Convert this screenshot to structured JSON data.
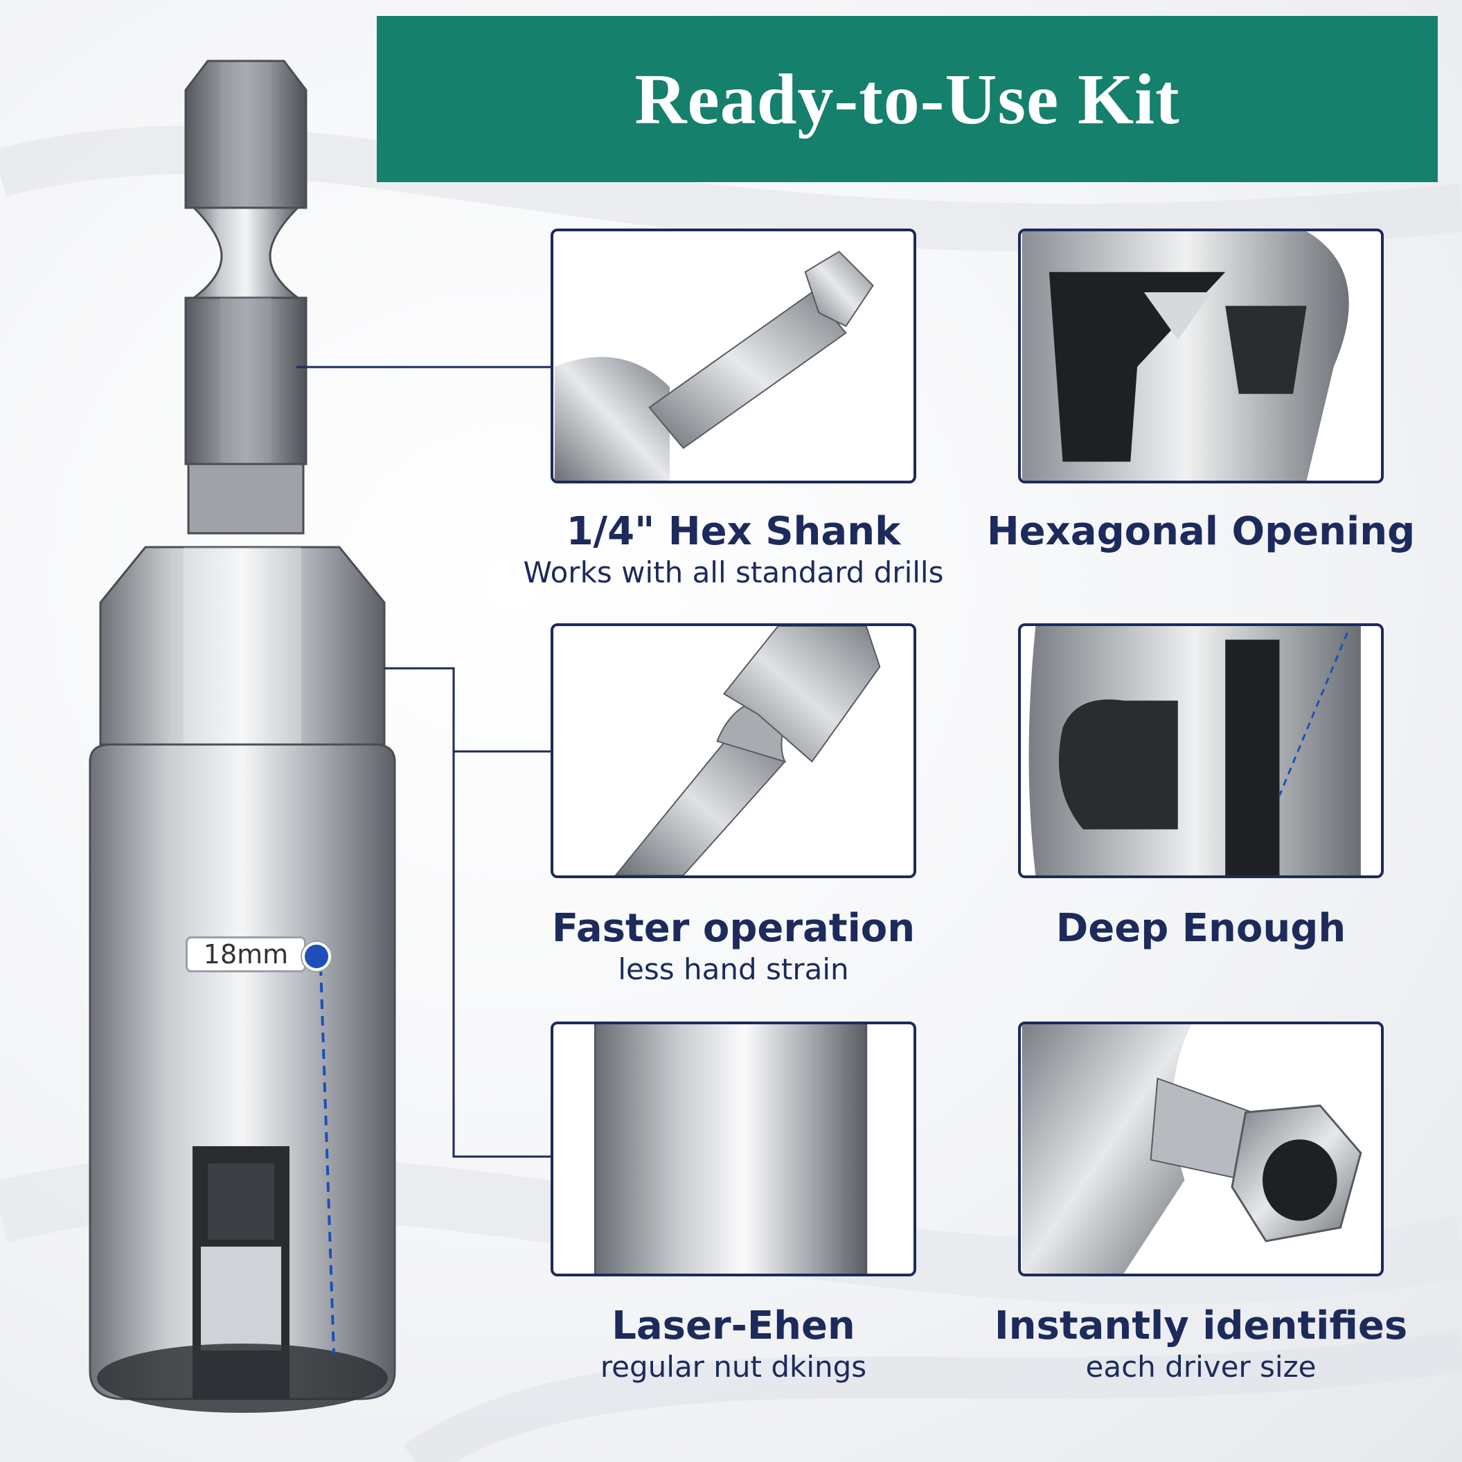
{
  "banner": {
    "title": "Ready-to-Use Kit",
    "color": "#15806c"
  },
  "accent_color": "#1c2a5c",
  "marker_color": "#1d4fb8",
  "size_label": "18mm",
  "features": [
    {
      "title": "1/4\" Hex Shank",
      "subtitle": "Works with all standard drills"
    },
    {
      "title": "Hexagonal Opening",
      "subtitle": ""
    },
    {
      "title": "Faster operation",
      "subtitle": "less hand strain"
    },
    {
      "title": "Deep Enough",
      "subtitle": ""
    },
    {
      "title": "Laser-Ehen",
      "subtitle": "regular nut dkings"
    },
    {
      "title": "Instantly identifies",
      "subtitle": "each driver size"
    }
  ]
}
